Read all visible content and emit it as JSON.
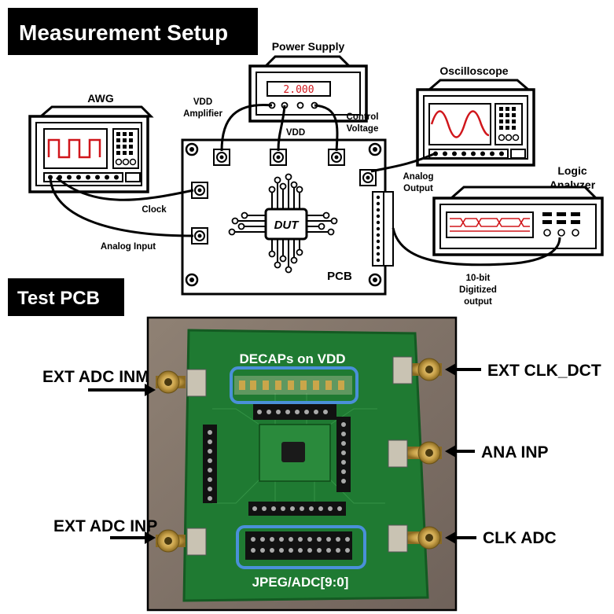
{
  "sections": {
    "setup_title": "Measurement Setup",
    "pcb_title": "Test PCB"
  },
  "instruments": {
    "power_supply": {
      "label": "Power Supply",
      "display": "2.000"
    },
    "awg": {
      "label": "AWG"
    },
    "oscilloscope": {
      "label": "Oscilloscope"
    },
    "logic_analyzer": {
      "label_line1": "Logic",
      "label_line2": "Analyzer"
    }
  },
  "connections": {
    "vdd_amplifier_line1": "VDD",
    "vdd_amplifier_line2": "Amplifier",
    "vdd": "VDD",
    "control_voltage_line1": "Control",
    "control_voltage_line2": "Voltage",
    "analog_output_line1": "Analog",
    "analog_output_line2": "Output",
    "clock": "Clock",
    "analog_input": "Analog Input",
    "digitized_line1": "10-bit",
    "digitized_line2": "Digitized",
    "digitized_line3": "output"
  },
  "board": {
    "pcb_label": "PCB",
    "dut_label": "DUT"
  },
  "photo": {
    "decaps_label": "DECAPs on VDD",
    "bus_label": "JPEG/ADC[9:0]",
    "ext_adc_inm": "EXT ADC INM",
    "ext_clk_dct": "EXT CLK_DCT",
    "ana_inp": "ANA INP",
    "ext_adc_inp": "EXT ADC INP",
    "clk_adc": "CLK ADC"
  },
  "colors": {
    "pcb_green": "#1f7a32",
    "highlight_blue": "#4a90d9",
    "display_red": "#d0161b",
    "connector_gold": "#c9a24a"
  }
}
